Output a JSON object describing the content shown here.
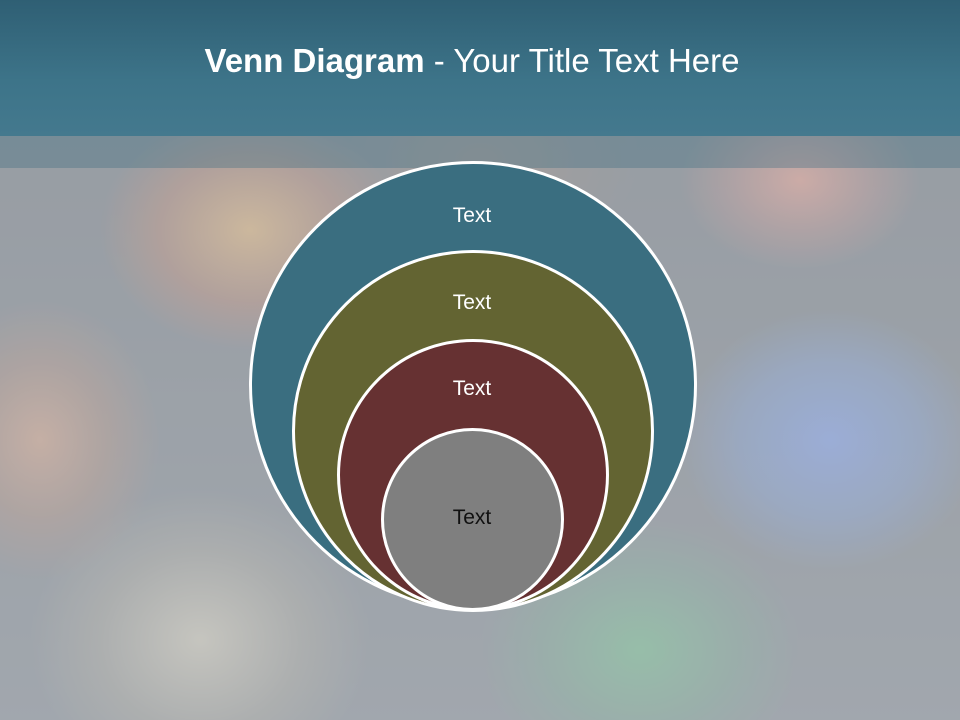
{
  "slide": {
    "title_bold": "Venn Diagram",
    "title_rest": " - Your Title Text Here"
  },
  "diagram": {
    "circles": [
      {
        "label": "Text",
        "fill": "#3a6e80",
        "text_color": "#ffffff"
      },
      {
        "label": "Text",
        "fill": "#636432",
        "text_color": "#ffffff"
      },
      {
        "label": "Text",
        "fill": "#663132",
        "text_color": "#ffffff"
      },
      {
        "label": "Text",
        "fill": "#7f7f7f",
        "text_color": "#111111"
      }
    ],
    "outline_color": "#ffffff"
  },
  "colors": {
    "header_bg": "#3d7489",
    "title_text": "#ffffff"
  }
}
